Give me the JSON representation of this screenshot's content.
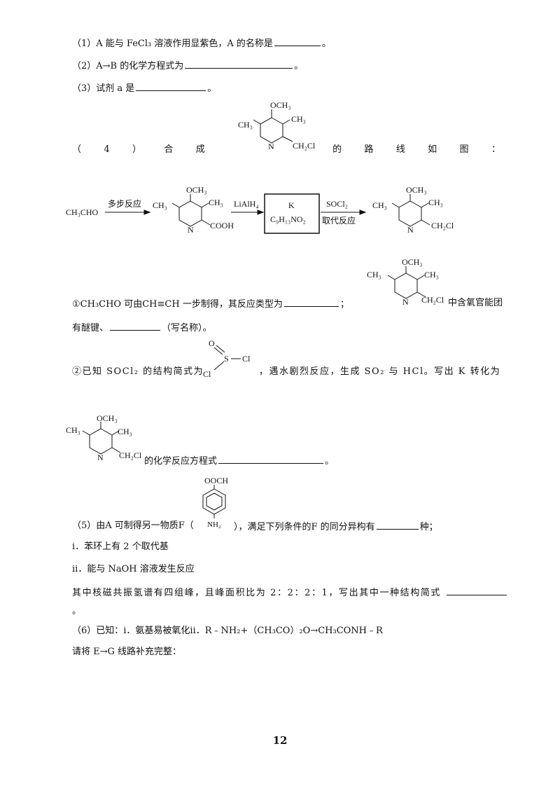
{
  "q1": {
    "text": "（1）A 能与 FeCl₃ 溶液作用显紫色，A 的名称是",
    "end": "。"
  },
  "q2": {
    "text": "（2）A→B 的化学方程式为",
    "end": "。"
  },
  "q3": {
    "text": "（3）试剂 a 是",
    "end": "。"
  },
  "q4": {
    "parts": [
      "（",
      "4",
      "）",
      "合",
      "成",
      "的",
      "路",
      "线",
      "如",
      "图",
      "："
    ]
  },
  "scheme": {
    "start": "CH₃CHO",
    "arrow1_label": "多步反应",
    "arrow2_label": "LiAlH₄",
    "box_line1": "K",
    "box_line2": "C₉H₁₃NO₂",
    "arrow3_top": "SOCl₂",
    "arrow3_bottom": "取代反应"
  },
  "sub1": {
    "text": "①CH₃CHO 可由CH≡CH 一步制得，其反应类型为",
    "mid": "；",
    "after": "中含氧官能团"
  },
  "sub1b": {
    "text": "有醚键、",
    "end": "（写名称）。"
  },
  "sub2": {
    "text": "②已知 SOCl₂ 的结构简式为",
    "after": "，遇水剧烈反应，生成 SO₂ 与 HCl。写出 K 转化为"
  },
  "sub2b": {
    "after": "的化学反应方程式",
    "end": "。"
  },
  "q5": {
    "text": "（5）由A 可制得另一物质F（",
    "after": "），满足下列条件的F 的同分异构有",
    "end": "种；"
  },
  "cond1": "ⅰ．苯环上有 2 个取代基",
  "cond2": "ⅱ．能与 NaOH 溶液发生反应",
  "nmr": "其中核磁共振氢谱有四组峰，且峰面积比为 2：2：2：1，写出其中一种结构简式",
  "nmr_end": "。",
  "q6": "（6）已知：ⅰ．氨基易被氧化ⅱ．R﹣NH₂+（CH₃CO）₂O→CH₃CONH﹣R",
  "q6b": "请将 E→G 线路补充完整：",
  "mol": {
    "och3": "OCH₃",
    "ch3": "CH₃",
    "n": "N",
    "ch2cl": "CH₂Cl",
    "cooh": "COOH",
    "s": "S",
    "o": "O",
    "cl": "Cl",
    "oocH": "OOCH",
    "nh2": "NH₂"
  },
  "page": "12"
}
